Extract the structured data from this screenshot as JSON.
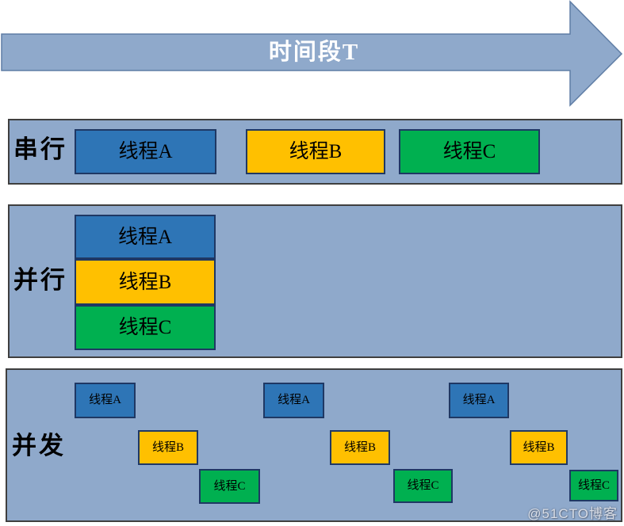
{
  "timeline_arrow": {
    "label": "时间段T",
    "fill": "#8FA9CB",
    "border": "#5F7DA5",
    "text_color": "#FFFFFF"
  },
  "sections": {
    "serial": {
      "label": "串行",
      "threads": [
        "线程A",
        "线程B",
        "线程C"
      ]
    },
    "parallel": {
      "label": "并行",
      "threads": [
        "线程A",
        "线程B",
        "线程C"
      ]
    },
    "concurrent": {
      "label": "并发",
      "threads": [
        "线程A",
        "线程B",
        "线程C",
        "线程A",
        "线程B",
        "线程C",
        "线程A",
        "线程B",
        "线程C"
      ]
    }
  },
  "colors": {
    "thread_a": "#2E75B6",
    "thread_b": "#FFC000",
    "thread_c": "#00B050",
    "panel_background": "#8FA9CB",
    "panel_border": "#3F3F3F",
    "box_border": "#1F3864"
  },
  "watermark": {
    "text": "@51CTO博客"
  }
}
